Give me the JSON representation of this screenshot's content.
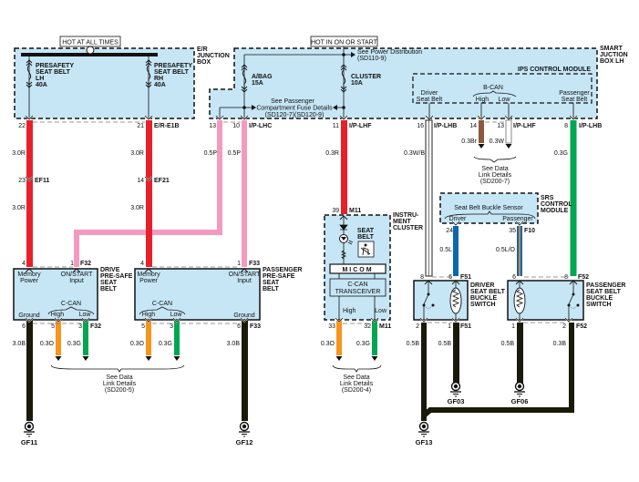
{
  "header": {
    "hot_all_times": "HOT AT ALL TIMES",
    "hot_on_start": "HOT IN ON OR START"
  },
  "junction_boxes": {
    "er": {
      "label_lines": [
        "E/R",
        "JUNCTION",
        "BOX"
      ]
    },
    "smart": {
      "label_lines": [
        "SMART",
        "JUCTION",
        "BOX LH"
      ]
    },
    "ips": {
      "label": "IPS CONTROL MODULE"
    }
  },
  "fuses": [
    {
      "id": "presafety-lh",
      "lines": [
        "PRESAFETY",
        "SEAT BELT",
        "LH",
        "40A"
      ]
    },
    {
      "id": "presafety-rh",
      "lines": [
        "PRESAFETY",
        "SEAT BELT",
        "RH",
        "40A"
      ]
    },
    {
      "id": "abag",
      "lines": [
        "A/BAG",
        "15A"
      ]
    },
    {
      "id": "cluster",
      "lines": [
        "CLUSTER",
        "10A"
      ]
    }
  ],
  "references": {
    "power_dist": [
      "See Power Distribution",
      "(SD110-9)"
    ],
    "passenger_fuse": [
      "See Passenger",
      "Compartment Fuse Details",
      "(SD120-7)(SD120-9)"
    ],
    "data_link_7": [
      "See Data",
      "Link Details",
      "(SD200-7)"
    ],
    "data_link_5": [
      "See Data",
      "Link Details",
      "(SD200-5)"
    ],
    "data_link_4": [
      "See Data",
      "Link Details",
      "(SD200-4)"
    ]
  },
  "ips_pins": {
    "driver": [
      "Driver",
      "Seat Belt"
    ],
    "bcan": "B-CAN",
    "high": "High",
    "low": "Low",
    "passenger": [
      "Passenger",
      "Seat Belt"
    ]
  },
  "connectors": {
    "p22": "22",
    "p21": "21",
    "er_e1b": "E/R-E1B",
    "p13a": "13",
    "p10": "10",
    "ip_lhc": "I/P-LHC",
    "p11": "11",
    "ip_lhf": "I/P-LHF",
    "p16": "16",
    "ip_lhb": "I/P-LHB",
    "p14": "14",
    "p13b": "13",
    "ip_lhf2": "I/P-LHF",
    "p8": "8",
    "ip_lhb2": "I/P-LHB",
    "p23": "23",
    "ef11": "EF11",
    "p14b": "14",
    "ef21": "EF21",
    "p39": "39",
    "m11": "M11",
    "p24": "24",
    "p35": "35",
    "f10": "F10",
    "d4": "4",
    "d1": "1",
    "f32": "F32",
    "pa4": "4",
    "pa1": "1",
    "f33": "F33",
    "d6": "6",
    "d5": "5",
    "d3": "3",
    "f32b": "F32",
    "pa5": "5",
    "pa3": "3",
    "pa6": "6",
    "f33b": "F33",
    "c33": "33",
    "c32": "32",
    "m11b": "M11",
    "ds8": "8",
    "ds6": "6",
    "f51": "F51",
    "ps6": "6",
    "ps8": "8",
    "f52": "F52",
    "ds2": "2",
    "ds1": "1",
    "f51b": "F51",
    "ps1": "1",
    "ps2": "2",
    "f52b": "F52"
  },
  "wires": {
    "w30r_a": "3.0R",
    "w30r_b": "3.0R",
    "w30r_c": "3.0R",
    "w30r_d": "3.0R",
    "w05p_a": "0.5P",
    "w05p_b": "0.5P",
    "w03r": "0.3R",
    "w03wb": "0.3W/B",
    "w03br": "0.3Br",
    "w03w": "0.3W",
    "w03g_top": "0.3G",
    "w05l": "0.5L",
    "w05lo": "0.5L/O",
    "w30b_a": "3.0B",
    "w03o_a": "0.3O",
    "w03g_a": "0.3G",
    "w03o_b": "0.3O",
    "w03g_b": "0.3G",
    "w30b_b": "3.0B",
    "w03o_c": "0.3O",
    "w03g_c": "0.3G",
    "w05b_a": "0.5B",
    "w05b_b": "0.5B",
    "w05b_c": "0.5B",
    "w03b": "0.3B"
  },
  "modules": {
    "driver_presafe": {
      "label_lines": [
        "DRIVE",
        "PRE-SAFE",
        "SEAT",
        "BELT"
      ],
      "memory": [
        "Memory",
        "Power"
      ],
      "onstart": [
        "ON/START",
        "Input"
      ],
      "ccan": "C-CAN",
      "ground": "Ground",
      "high": "High",
      "low": "Low"
    },
    "passenger_presafe": {
      "label_lines": [
        "PASSENGER",
        "PRE-SAFE",
        "SEAT",
        "BELT"
      ],
      "memory": [
        "Memory",
        "Power"
      ],
      "onstart": [
        "ON/START",
        "Input"
      ],
      "ccan": "C-CAN",
      "ground": "Ground",
      "high": "High",
      "low": "Low"
    },
    "cluster": {
      "label_lines": [
        "INSTRU-",
        "MENT",
        "CLUSTER"
      ],
      "seatbelt": [
        "SEAT",
        "BELT"
      ],
      "micom": "MICOM",
      "transceiver": [
        "C-CAN",
        "TRANSCEIVER"
      ],
      "high": "High",
      "low": "Low"
    },
    "srs": {
      "label_lines": [
        "SRS",
        "CONTROL",
        "MODULE"
      ],
      "sensor": "Seat Belt Buckle Sensor",
      "driver": "Driver",
      "passenger": "Passenger"
    },
    "driver_buckle": {
      "label_lines": [
        "DRIVER",
        "SEAT BELT",
        "BUCKLE",
        "SWITCH"
      ]
    },
    "passenger_buckle": {
      "label_lines": [
        "PASSENGER",
        "SEAT BELT",
        "BUCKLE",
        "SWITCH"
      ]
    }
  },
  "grounds": [
    "GF11",
    "GF12",
    "GF03",
    "GF06",
    "GF13"
  ],
  "colors": {
    "box_fill": "#c6e6f6",
    "red": "#e8202a",
    "pink": "#f49ac1",
    "orange": "#f7941d",
    "green": "#00a651",
    "brown": "#8b5a3c",
    "blue": "#0b66b2",
    "black": "#1a1a0a"
  }
}
